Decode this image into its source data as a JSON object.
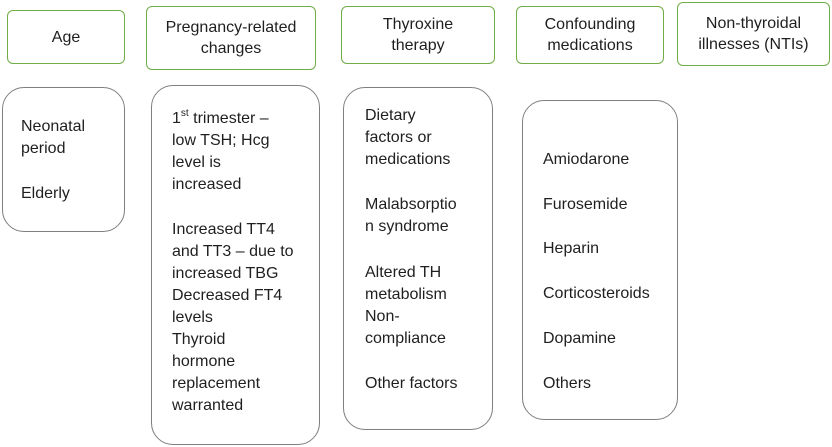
{
  "columns": [
    {
      "header": "Age",
      "items": [
        "Neonatal\nperiod",
        "Elderly"
      ]
    },
    {
      "header": "Pregnancy-related\nchanges",
      "first_item": {
        "prefix": "1",
        "superscript": "st",
        "rest": " trimester –\nlow TSH; Hcg\nlevel is\nincreased"
      },
      "items": [
        "Increased TT4\nand TT3 – due to\nincreased TBG\nDecreased FT4\nlevels\nThyroid\nhormone\nreplacement\nwarranted"
      ]
    },
    {
      "header": "Thyroxine\ntherapy",
      "items": [
        "Dietary\nfactors or\nmedications",
        "Malabsorptio\nn syndrome",
        "Altered TH\nmetabolism\nNon-\ncompliance",
        "Other factors"
      ]
    },
    {
      "header": "Confounding\nmedications",
      "items": [
        "Amiodarone",
        "Furosemide",
        "Heparin",
        "Corticosteroids",
        "Dopamine",
        "Others"
      ]
    },
    {
      "header": "Non-thyroidal\nillnesses (NTIs)",
      "items": []
    }
  ],
  "colors": {
    "header_border": "#70ad47",
    "box_border": "#7f7f7f",
    "text": "#1f1f1f"
  }
}
